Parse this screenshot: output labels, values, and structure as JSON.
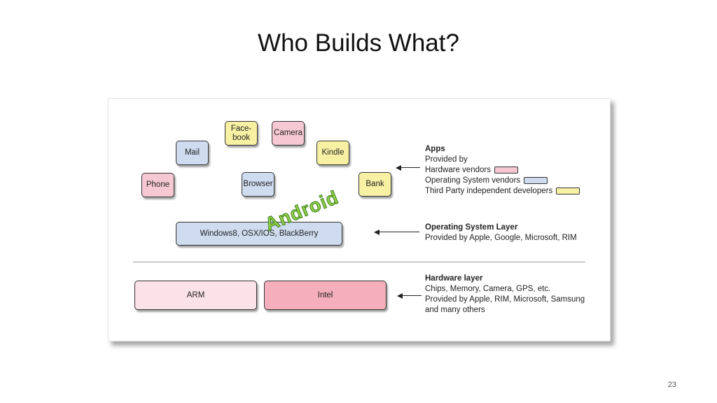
{
  "title": "Who Builds What?",
  "page_number": "23",
  "apps": {
    "facebook": "Face-\nbook",
    "camera": "Camera",
    "mail": "Mail",
    "kindle": "Kindle",
    "phone": "Phone",
    "browser": "Browser",
    "bank": "Bank"
  },
  "os_layer_box": "Windows8, OSX/IOS, BlackBerry",
  "hardware": {
    "arm": "ARM",
    "intel": "Intel"
  },
  "watermark": "Android",
  "legend": {
    "apps_heading": "Apps",
    "apps_provided_by": "Provided by",
    "hardware_vendors": "Hardware vendors",
    "os_vendors": "Operating System vendors",
    "third_party": "Third Party independent developers",
    "os_heading": "Operating System Layer",
    "os_provided_by": "Provided by Apple, Google, Microsoft, RIM",
    "hw_heading": "Hardware layer",
    "hw_line1": "Chips, Memory, Camera, GPS, etc.",
    "hw_line2": "Provided by Apple, RIM, Microsoft, Samsung",
    "hw_line3": "and many others"
  },
  "colors": {
    "hardware_vendor": "#f6c8d4",
    "os_vendor": "#cfdcef",
    "third_party": "#f8f1a4",
    "intel": "#f5aebb",
    "arm": "#fbe1e8",
    "watermark": "#8fcf4a"
  }
}
